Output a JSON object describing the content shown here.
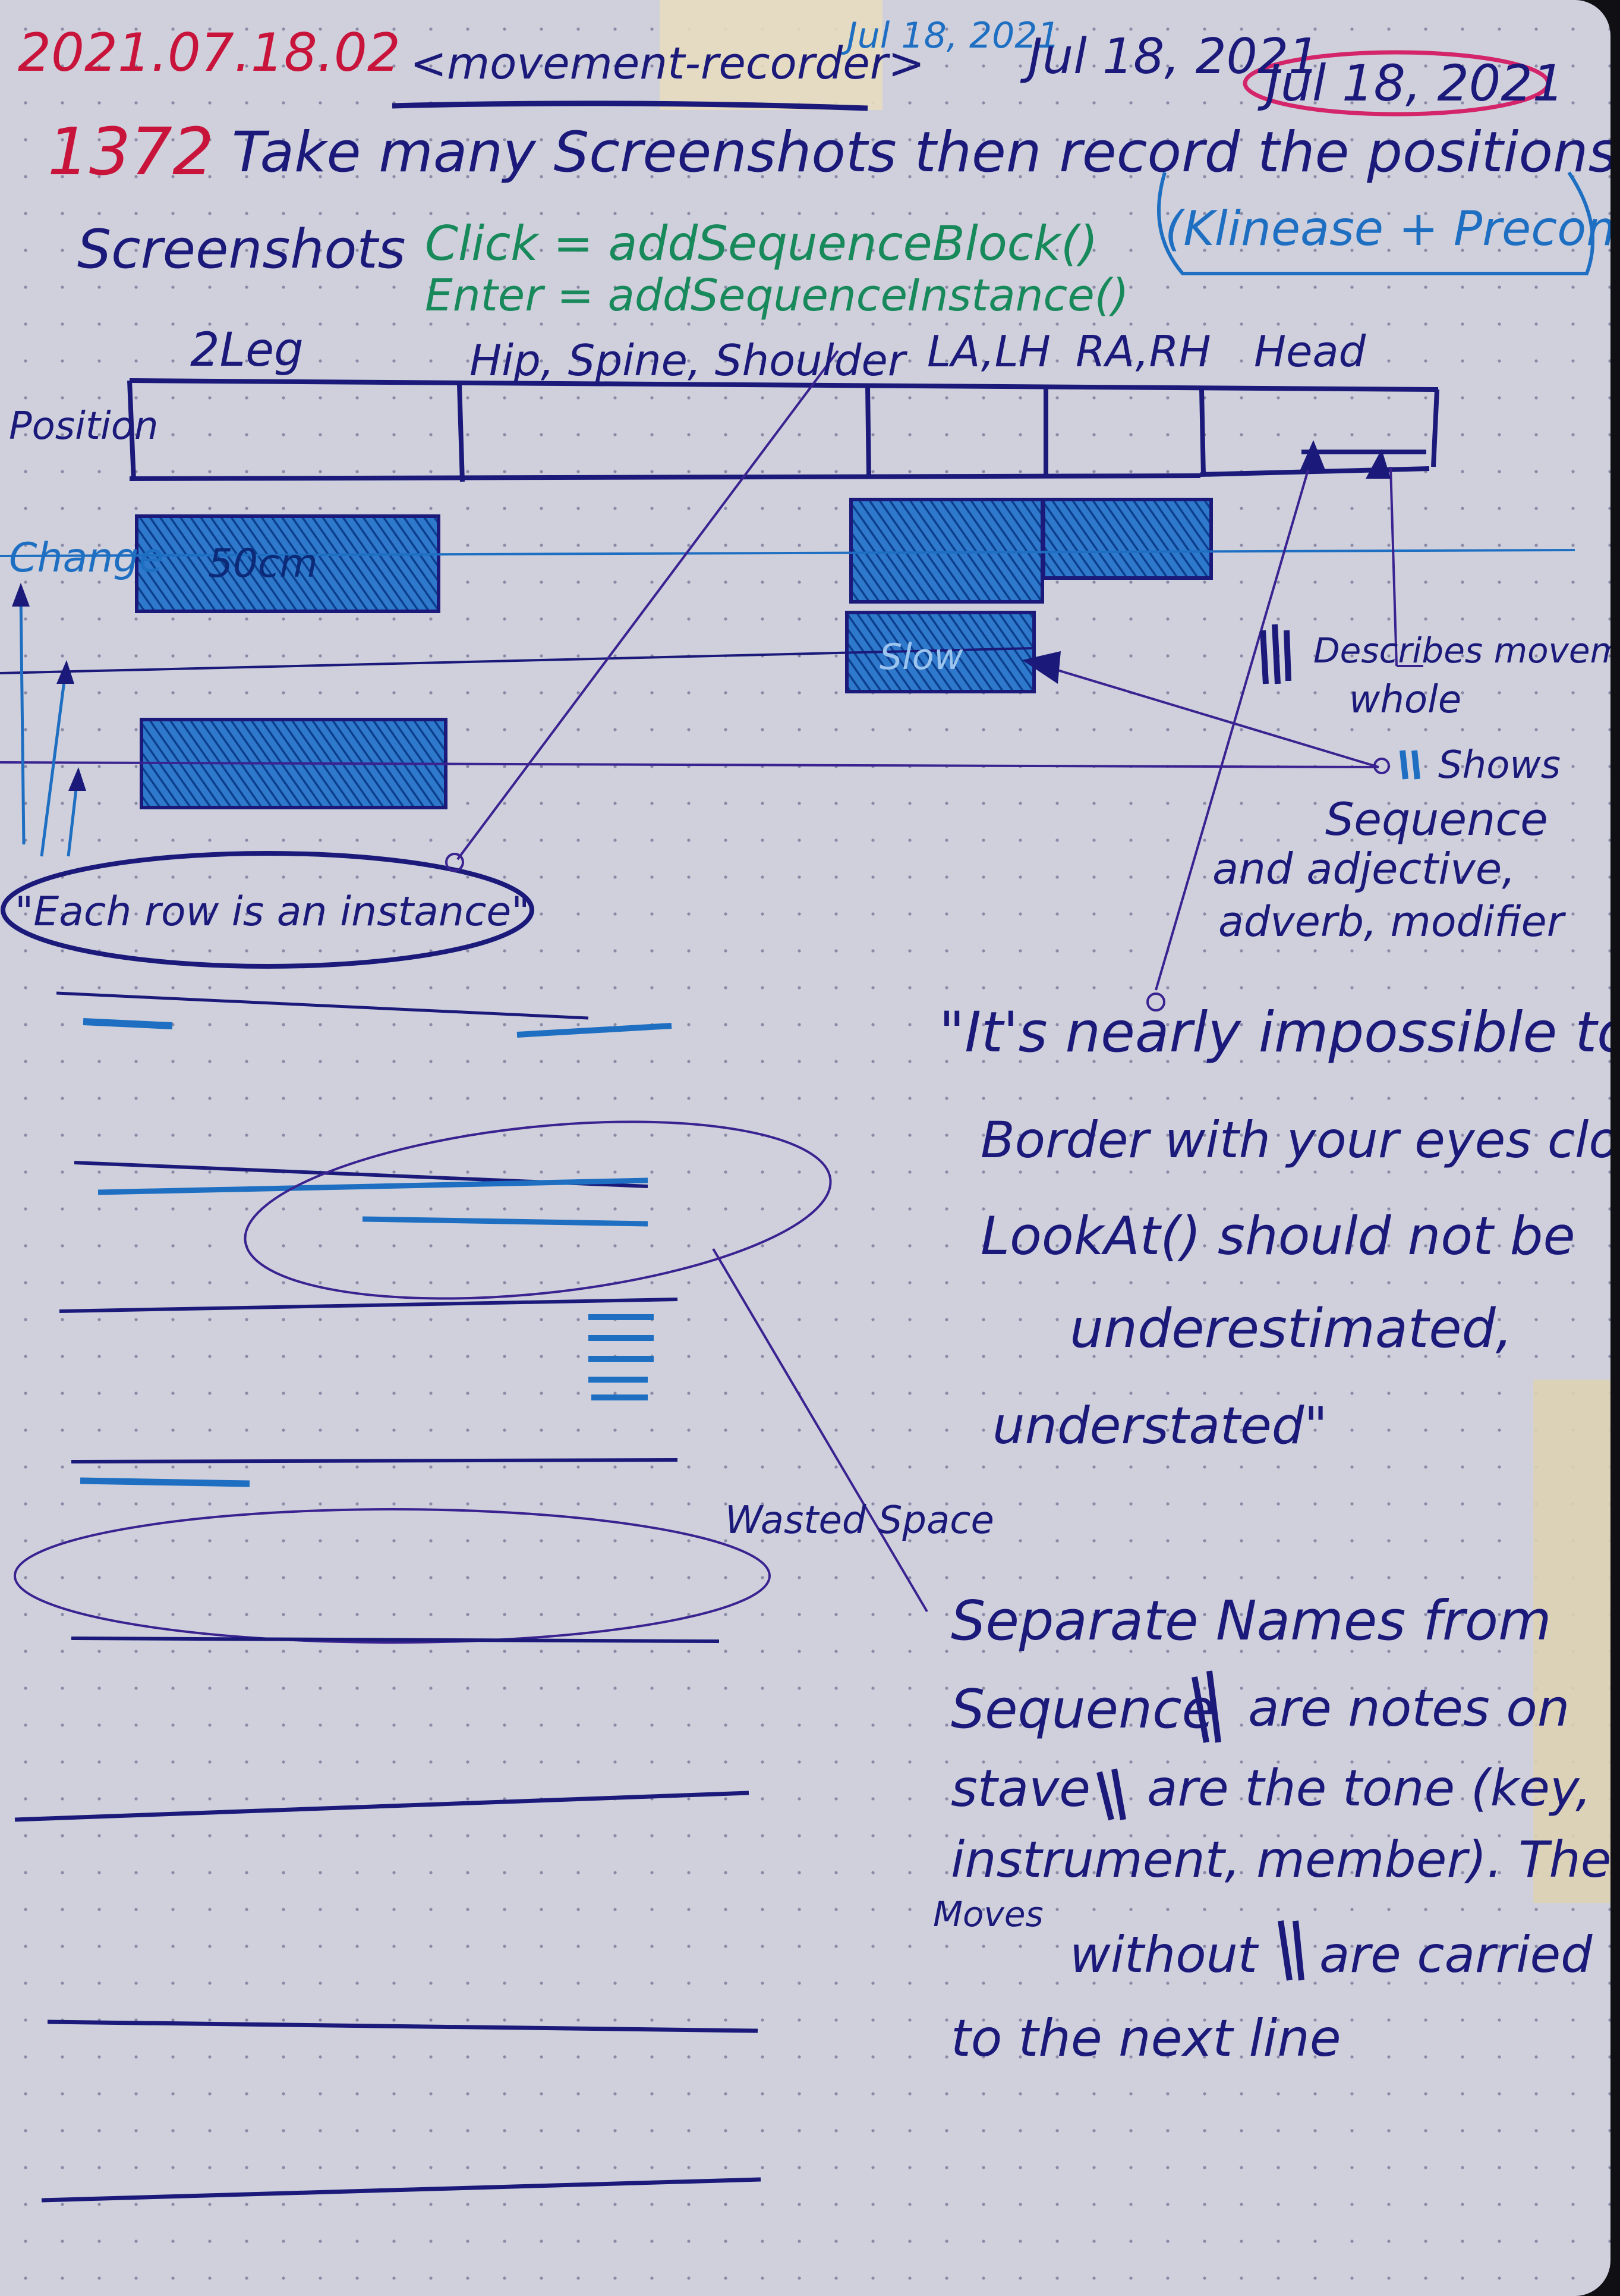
{
  "header": {
    "date_code": "2021.07.18.02",
    "page_number": "1372",
    "project_tag": "<movement-recorder>",
    "dates": [
      "Jul 18, 2021",
      "Jul 18, 2021",
      "Jul 18, 2021"
    ]
  },
  "intro": {
    "line1": "Take many Screenshots then record the positions in the",
    "line2": "Screenshots",
    "aside": "(Klinease + Precomp)"
  },
  "code_notes": [
    "Click = addSequenceBlock()",
    "Enter = addSequenceInstance()"
  ],
  "diagram": {
    "row_label": "Position",
    "change_label": "Change",
    "columns": [
      "2Leg",
      "Hip, Spine, Shoulder",
      "LA,LH",
      "RA,RH",
      "Head"
    ],
    "block_labels": [
      "50cm",
      "Slow"
    ]
  },
  "annotations": {
    "instance_note": "\"Each row is an instance\"",
    "describes_1": "Describes movement",
    "describes_2": "whole",
    "shows_1": "Shows",
    "shows_2": "Sequence",
    "shows_3": "and adjective,",
    "shows_4": "adverb, modifier",
    "wasted": "Wasted Space"
  },
  "quote": [
    "\"It's nearly impossible to",
    "Border with your eyes closed",
    "LookAt() should not be",
    "underestimated,",
    "understated\""
  ],
  "notes": [
    "Separate Names from",
    "Sequence",
    "are notes on",
    "stave",
    "are the tone (key,",
    "instrument, member). The",
    "Moves",
    "without",
    "are carried",
    "to the next line"
  ],
  "colors": {
    "paper": "#cfd0dc",
    "navy_ink": "#1b1a7a",
    "blue_ink": "#1e6fc2",
    "green_ink": "#17895a",
    "red_ink": "#c8143a",
    "purple_ink": "#3a2290"
  }
}
